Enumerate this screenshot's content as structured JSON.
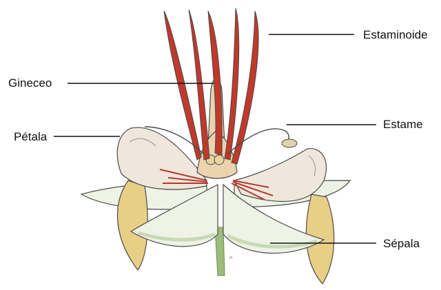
{
  "labels": {
    "estaminoide": "Estaminoide",
    "gineceo": "Gineceo",
    "petala": "Pétala",
    "estame": "Estame",
    "sepala": "Sépala"
  },
  "colors": {
    "staminode_red": "#c0392b",
    "petal_cream": "#efe6dc",
    "sepal_white": "#eef3e6",
    "sepal_green": "#c9d9b4",
    "yellow_petal": "#e8cf86",
    "gynoecium_tan": "#ead3ad",
    "outline": "#4a4a4a"
  }
}
